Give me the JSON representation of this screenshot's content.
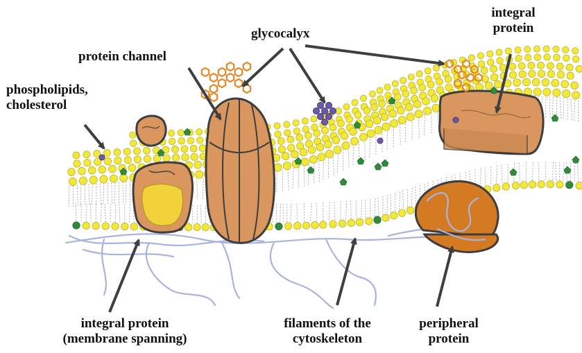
{
  "labels": {
    "glycocalyx": "glycocalyx",
    "protein_channel": "protein channel",
    "phospholipids": [
      "phospholipids,",
      "cholesterol"
    ],
    "integral_protein_top": [
      "integral",
      "protein"
    ],
    "integral_protein_bottom": [
      "integral protein",
      "(membrane spanning)"
    ],
    "filaments": [
      "filaments of the",
      "cytoskeleton"
    ],
    "peripheral_protein": [
      "peripheral",
      "protein"
    ]
  },
  "colors": {
    "phospholipid_head": "#f2e83a",
    "phospholipid_head_edge": "#b8a91a",
    "tail": "#9a9a9a",
    "protein_fill": "#d9965e",
    "protein_edge": "#3d3d3d",
    "glyco_orange": "#e08a2a",
    "glyco_purple": "#6a5aa8",
    "cholesterol": "#2e8b3a",
    "filament": "#a9b3e0",
    "arrow": "#3f3f3f",
    "peripheral_fill": "#d47a22",
    "integral_yellow": "#f0d23a"
  },
  "icons": {
    "arrow": "arrow-icon",
    "glyco": "glycocalyx-chain-icon"
  }
}
